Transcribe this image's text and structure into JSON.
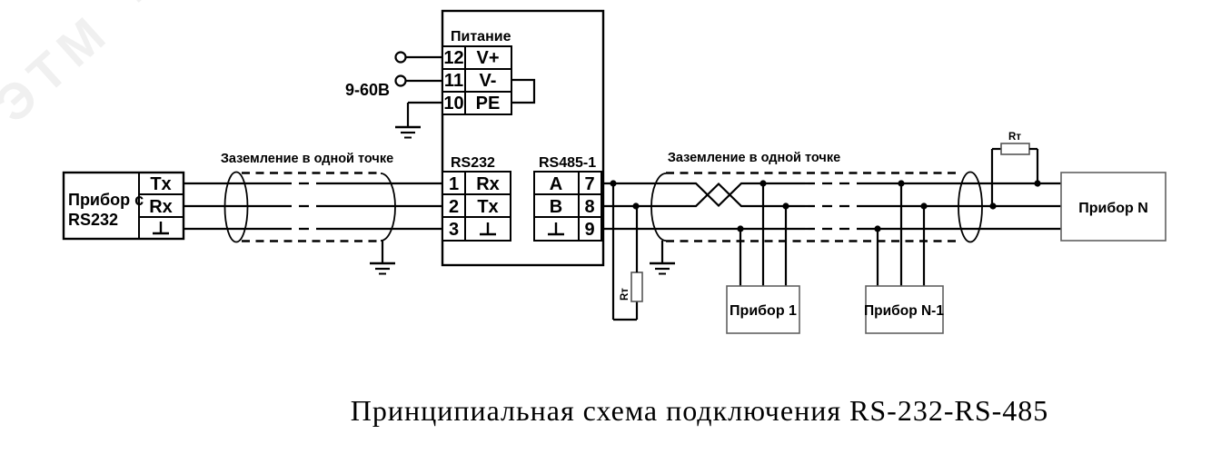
{
  "colors": {
    "background": "#ffffff",
    "line": "#000000",
    "device_box_border": "#606060",
    "resistor_border": "#555555",
    "watermark": "#f0f0f0"
  },
  "watermark": {
    "text": "ЭТМ"
  },
  "caption": "Принципиальная схема подключения RS-232-RS-485",
  "notes": {
    "grounding": "Заземление в одной точке"
  },
  "converter": {
    "power": {
      "label": "Питание",
      "voltage": "9-60В",
      "terminals": [
        {
          "num": "12",
          "name": "V+"
        },
        {
          "num": "11",
          "name": "V-"
        },
        {
          "num": "10",
          "name": "PE"
        }
      ]
    },
    "rs232": {
      "label": "RS232",
      "terminals": [
        {
          "num": "1",
          "name": "Rx"
        },
        {
          "num": "2",
          "name": "Tx"
        },
        {
          "num": "3",
          "name": "⊥"
        }
      ]
    },
    "rs485": {
      "label": "RS485-1",
      "terminals": [
        {
          "name": "A",
          "num": "7"
        },
        {
          "name": "B",
          "num": "8"
        },
        {
          "name": "⊥",
          "num": "9"
        }
      ]
    }
  },
  "left_device": {
    "name_line1": "Прибор с",
    "name_line2": "RS232",
    "terminals": [
      "Tx",
      "Rx",
      "⊥"
    ]
  },
  "bus_devices": {
    "first": "Прибор 1",
    "middle": "Прибор N-1",
    "last": "Прибор N"
  },
  "terminator": {
    "label": "Rт"
  }
}
